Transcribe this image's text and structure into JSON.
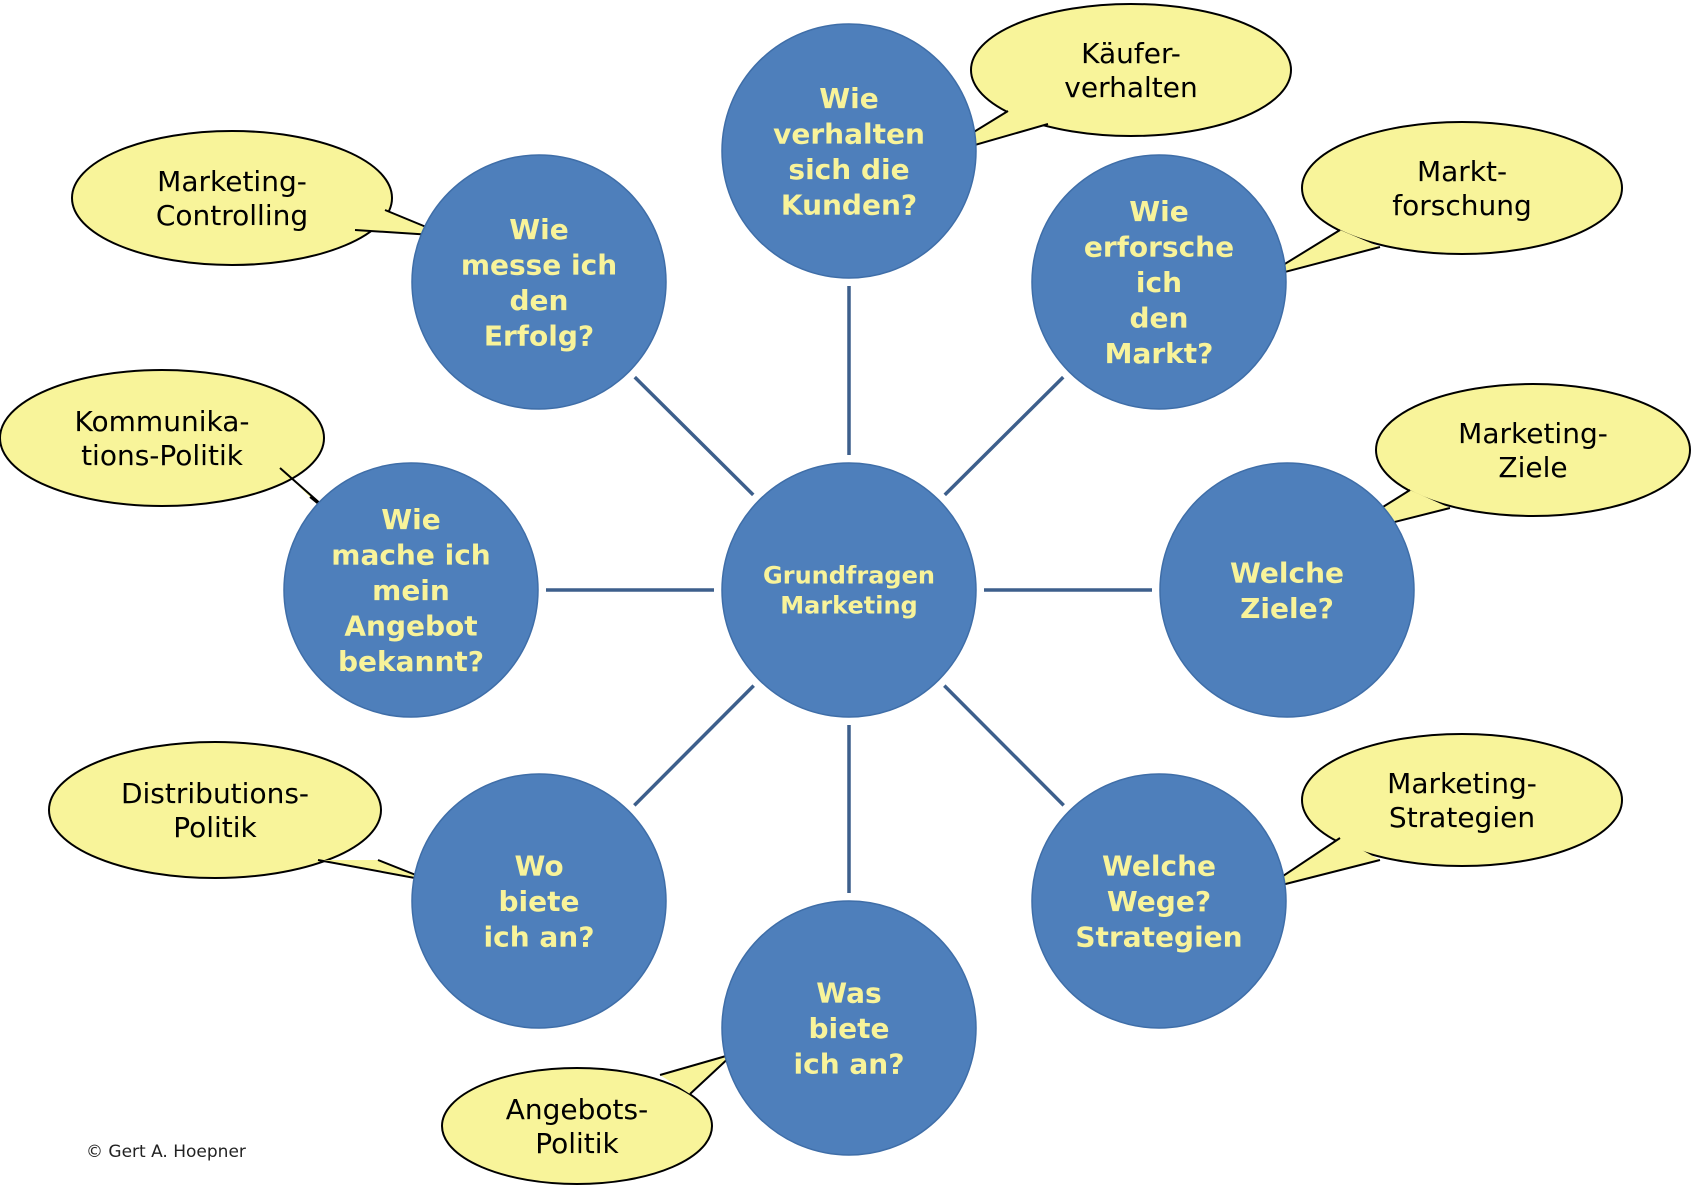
{
  "colors": {
    "circle_fill": "#4e7fbb",
    "circle_stroke": "#3f6ea8",
    "connector": "#3d5f8c",
    "circle_text": "#f8f39a",
    "bubble_fill": "#f8f49a",
    "bubble_stroke": "#000000"
  },
  "center": {
    "lines": [
      "Grundfragen",
      "Marketing"
    ]
  },
  "questions": [
    {
      "id": "kunden",
      "lines": [
        "Wie",
        "verhalten",
        "sich die",
        "Kunden?"
      ]
    },
    {
      "id": "markt",
      "lines": [
        "Wie",
        "erforsche",
        "ich",
        "den",
        "Markt?"
      ]
    },
    {
      "id": "ziele",
      "lines": [
        "Welche",
        "Ziele?"
      ]
    },
    {
      "id": "wege",
      "lines": [
        "Welche",
        "Wege?",
        "Strategien"
      ]
    },
    {
      "id": "was",
      "lines": [
        "Was",
        "biete",
        "ich an?"
      ]
    },
    {
      "id": "wo",
      "lines": [
        "Wo",
        "biete",
        "ich an?"
      ]
    },
    {
      "id": "bekannt",
      "lines": [
        "Wie",
        "mache ich",
        "mein",
        "Angebot",
        "bekannt?"
      ]
    },
    {
      "id": "erfolg",
      "lines": [
        "Wie",
        "messe ich",
        "den",
        "Erfolg?"
      ]
    }
  ],
  "bubbles": [
    {
      "id": "kaeufer",
      "lines": [
        "Käufer-",
        "verhalten"
      ]
    },
    {
      "id": "marktforschung",
      "lines": [
        "Markt-",
        "forschung"
      ]
    },
    {
      "id": "ziele",
      "lines": [
        "Marketing-",
        "Ziele"
      ]
    },
    {
      "id": "strategien",
      "lines": [
        "Marketing-",
        "Strategien"
      ]
    },
    {
      "id": "angebot",
      "lines": [
        "Angebots-",
        "Politik"
      ]
    },
    {
      "id": "distribution",
      "lines": [
        "Distributions-",
        "Politik"
      ]
    },
    {
      "id": "kommunikation",
      "lines": [
        "Kommunika-",
        "tions-Politik"
      ]
    },
    {
      "id": "controlling",
      "lines": [
        "Marketing-",
        "Controlling"
      ]
    }
  ],
  "copyright": "© Gert A. Hoepner"
}
